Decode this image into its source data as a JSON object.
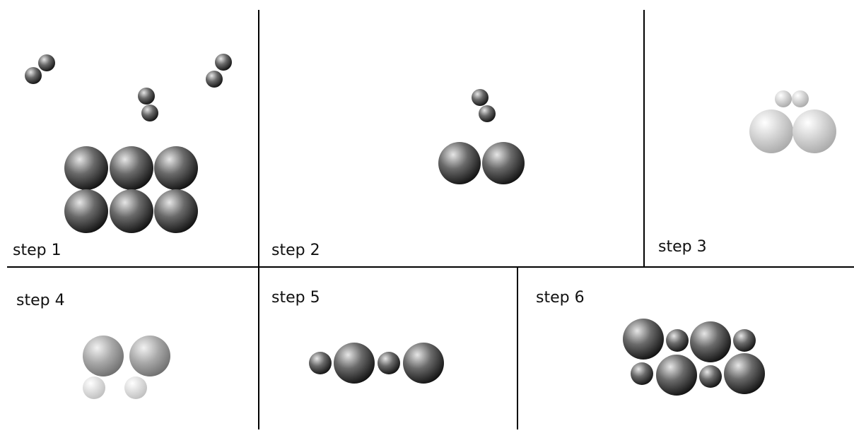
{
  "panels": [
    {
      "id": "step-1",
      "label": "step 1"
    },
    {
      "id": "step-2",
      "label": "step 2"
    },
    {
      "id": "step-3",
      "label": "step 3"
    },
    {
      "id": "step-4",
      "label": "step 4"
    },
    {
      "id": "step-5",
      "label": "step 5"
    },
    {
      "id": "step-6",
      "label": "step 6"
    }
  ],
  "colors": {
    "divider": "#000000",
    "dark_sphere_highlight": "#e6e6e6",
    "dark_sphere_mid": "#6a6a6a",
    "dark_sphere_edge": "#101010",
    "grey_sphere_highlight": "#f2f2f2",
    "grey_sphere_mid": "#a8a8a8",
    "grey_sphere_edge": "#6e6e6e",
    "light_sphere_highlight": "#ffffff",
    "light_sphere_mid": "#cfcfcf",
    "light_sphere_edge": "#a9a9a9"
  }
}
